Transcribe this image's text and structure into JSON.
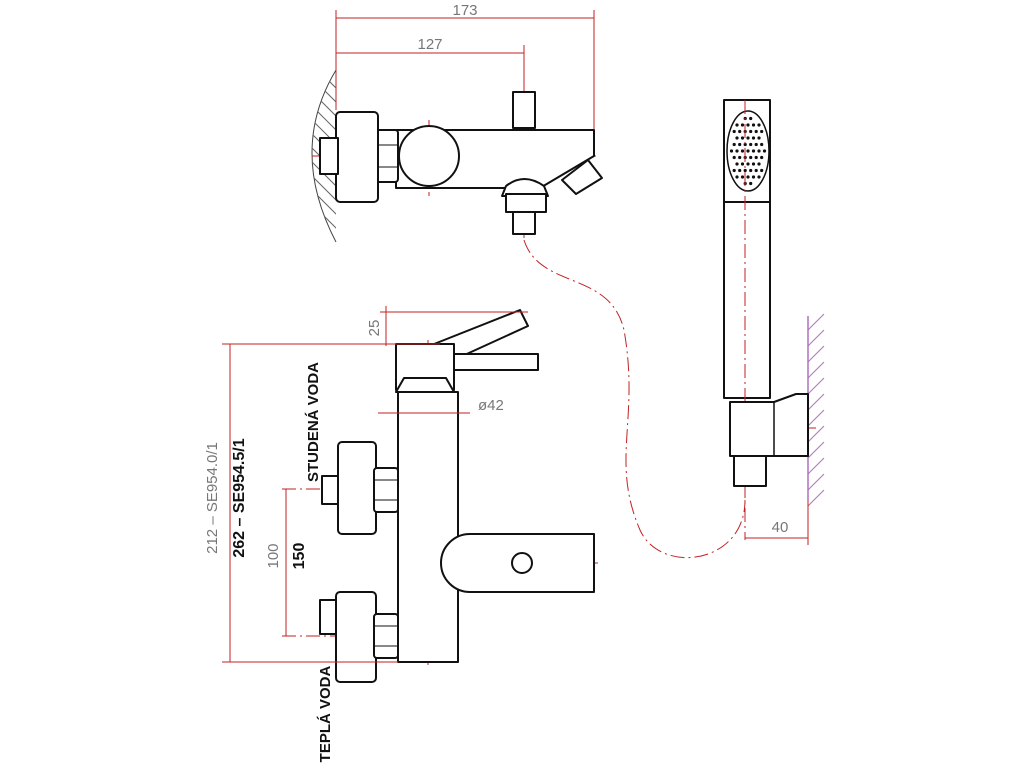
{
  "dimensions": {
    "total_width": "173",
    "spout_width": "127",
    "lever_angle": "25",
    "body_diameter": "ø42",
    "height_se954_0": "212 – SE954.0/1",
    "height_se954_5": "262 – SE954.5/1",
    "inlet_spacing_small": "100",
    "inlet_spacing_large": "150",
    "holder_depth": "40"
  },
  "labels": {
    "cold_water": "STUDENÁ VODA",
    "hot_water": "TEPLÁ VODA"
  },
  "colors": {
    "outline": "#111111",
    "dimension": "#c22222",
    "dim_text": "#777777",
    "wall_hatch_right": "#b070c0"
  }
}
